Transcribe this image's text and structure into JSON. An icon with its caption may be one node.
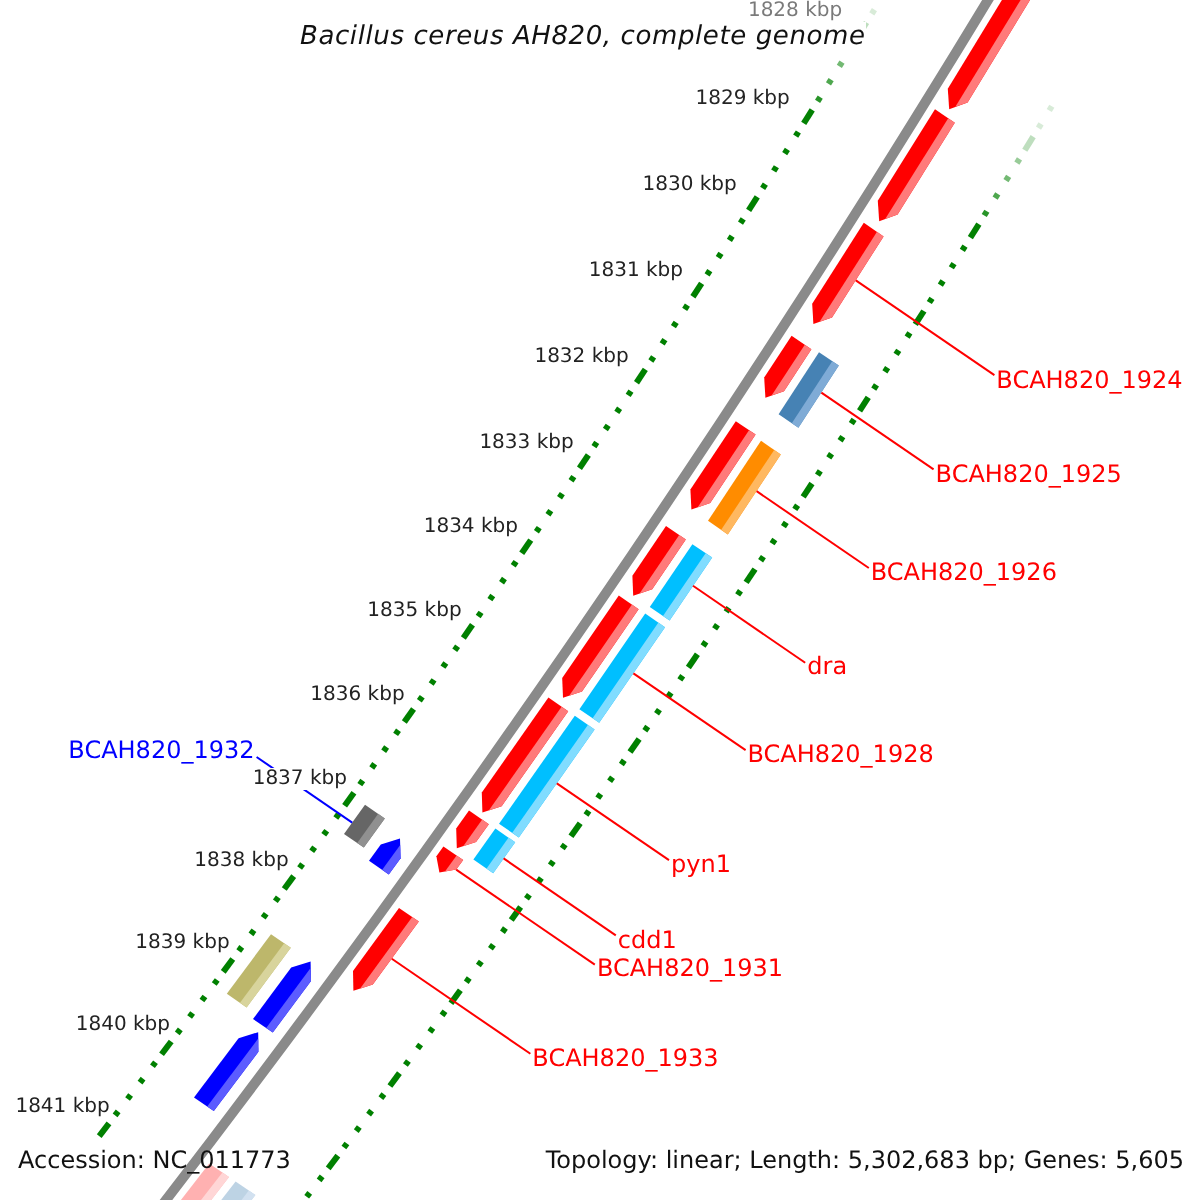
{
  "diagram": {
    "title": "Bacillus cereus AH820, complete genome",
    "nodes": [
      {
        "text": [],
        "shape": "arrow"
      },
      {
        "text": [],
        "shape": "arrow"
      },
      {
        "text": [],
        "shape": "arrow"
      },
      {
        "text": [],
        "shape": "arrow"
      },
      {
        "text": [],
        "shape": "box"
      },
      {
        "text": [],
        "shape": "arrow"
      },
      {
        "text": [],
        "shape": "box"
      },
      {
        "text": [],
        "shape": "arrow"
      },
      {
        "text": [],
        "shape": "box"
      },
      {
        "text": [],
        "shape": "arrow"
      },
      {
        "text": [],
        "shape": "box"
      },
      {
        "text": [],
        "shape": "arrow"
      },
      {
        "text": [],
        "shape": "box"
      },
      {
        "text": [],
        "shape": "box"
      },
      {
        "text": [],
        "shape": "arrow"
      },
      {
        "text": [],
        "shape": "arrow"
      },
      {
        "text": [],
        "shape": "box"
      },
      {
        "text": [],
        "shape": "arrow"
      },
      {
        "text": [],
        "shape": "arrow"
      },
      {
        "text": [],
        "shape": "box"
      },
      {
        "text": [],
        "shape": "arrow"
      },
      {
        "text": [],
        "shape": "arrow"
      },
      {
        "text": [],
        "shape": "arrow"
      },
      {
        "text": [],
        "shape": "box"
      },
      {
        "text": [
          "BCAH820_1924"
        ]
      },
      {
        "text": [
          "BCAH820_1925"
        ]
      },
      {
        "text": [
          "BCAH820_1926"
        ]
      },
      {
        "text": [
          "dra"
        ]
      },
      {
        "text": [
          "BCAH820_1928"
        ]
      },
      {
        "text": [
          "BCAH820_1932"
        ]
      },
      {
        "text": [
          "pyn1"
        ]
      },
      {
        "text": [
          "cdd1"
        ]
      },
      {
        "text": [
          "BCAH820_1931"
        ]
      },
      {
        "text": [
          "BCAH820_1933"
        ]
      }
    ],
    "edges": [
      {
        "from": 24,
        "to": 2,
        "arrow": "none"
      },
      {
        "from": 25,
        "to": 4,
        "arrow": "none"
      },
      {
        "from": 26,
        "to": 6,
        "arrow": "none"
      },
      {
        "from": 27,
        "to": 8,
        "arrow": "none"
      },
      {
        "from": 28,
        "to": 10,
        "arrow": "none"
      },
      {
        "from": 29,
        "to": 16,
        "arrow": "none",
        "color": "#0000ff"
      },
      {
        "from": 30,
        "to": 12,
        "arrow": "none"
      },
      {
        "from": 31,
        "to": 13,
        "arrow": "none"
      },
      {
        "from": 32,
        "to": 15,
        "arrow": "none"
      },
      {
        "from": 33,
        "to": 18,
        "arrow": "none"
      }
    ],
    "labels": [
      "1828 kbp",
      "1829 kbp",
      "1830 kbp",
      "1831 kbp",
      "1832 kbp",
      "1833 kbp",
      "1834 kbp",
      "1835 kbp",
      "1836 kbp",
      "1837 kbp",
      "1838 kbp",
      "1839 kbp",
      "1840 kbp",
      "1841 kbp",
      "Accession: NC_011773",
      "Topology: linear; Length: 5,302,683 bp; Genes: 5,605"
    ]
  }
}
